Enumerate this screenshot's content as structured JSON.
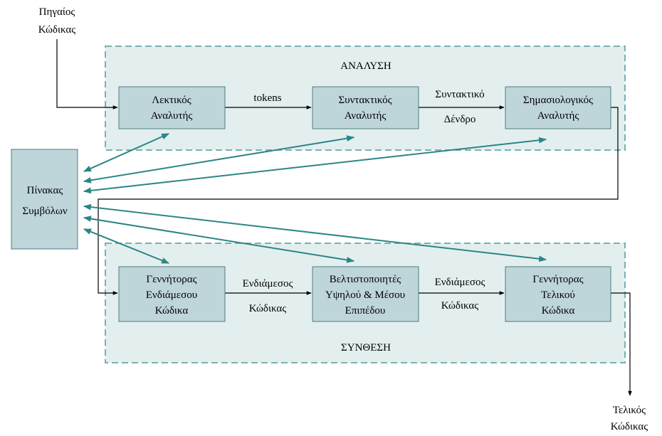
{
  "colors": {
    "box_fill": "#bed5d9",
    "box_stroke": "#4f7f7f",
    "region_fill": "#e3efef",
    "region_stroke": "#7ab0b0",
    "teal_arrow": "#2d8585",
    "black_line": "#000000"
  },
  "source_code": {
    "line1": "Πηγαίος",
    "line2": "Κώδικας"
  },
  "target_code": {
    "line1": "Τελικός",
    "line2": "Κώδικας"
  },
  "analysis": {
    "title": "ΑΝΑΛΥΣΗ",
    "lexical": {
      "line1": "Λεκτικός",
      "line2": "Αναλυτής"
    },
    "syntactic": {
      "line1": "Συντακτικός",
      "line2": "Αναλυτής"
    },
    "semantic": {
      "line1": "Σημασιολογικός",
      "line2": "Αναλυτής"
    },
    "label_tokens": "tokens",
    "label_tree1": "Συντακτικό",
    "label_tree2": "Δένδρο"
  },
  "symbol_table": {
    "line1": "Πίνακας",
    "line2": "Συμβόλων"
  },
  "synthesis": {
    "title": "ΣΥΝΘΕΣΗ",
    "intermediate_gen": {
      "line1": "Γεννήτορας",
      "line2": "Ενδιάμεσου",
      "line3": "Κώδικα"
    },
    "optimizers": {
      "line1": "Βελτιστοποιητές",
      "line2": "Υψηλού & Μέσου",
      "line3": "Επιπέδου"
    },
    "final_gen": {
      "line1": "Γεννήτορας",
      "line2": "Τελικού",
      "line3": "Κώδικα"
    },
    "label_a1": "Ενδιάμεσος",
    "label_a2": "Κώδικας",
    "label_b1": "Ενδιάμεσος",
    "label_b2": "Κώδικας"
  }
}
